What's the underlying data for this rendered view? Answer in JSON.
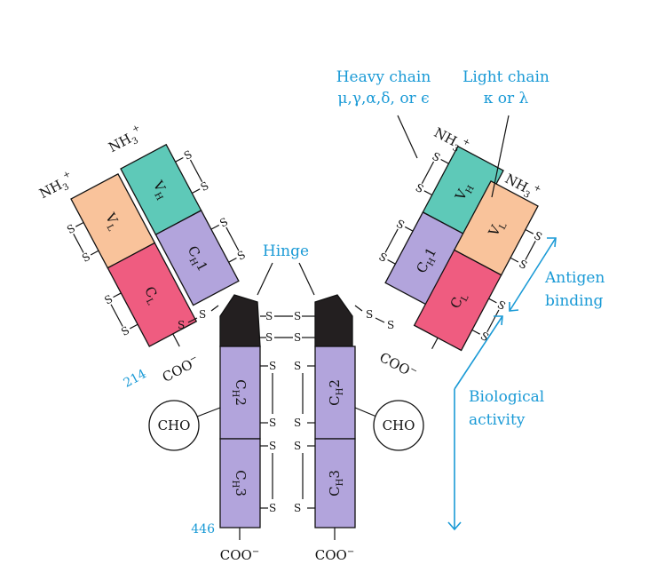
{
  "colors": {
    "variable_heavy": "#5ec9b8",
    "constant_heavy": "#b2a4dc",
    "variable_light": "#f9c39b",
    "constant_light": "#ef5c80",
    "hinge": "#231f20",
    "annotation": "#1a9ad6"
  },
  "labels": {
    "heavy_chain_title": "Heavy chain",
    "heavy_chain_types": "μ,γ,α,δ, or ϵ",
    "light_chain_title": "Light chain",
    "light_chain_types": "κ or λ",
    "hinge": "Hinge",
    "antigen_binding_1": "Antigen",
    "antigen_binding_2": "binding",
    "biological_activity_1": "Biological",
    "biological_activity_2": "activity",
    "residue_light": "214",
    "residue_heavy": "446",
    "nh3": "NH",
    "nh3_sub": "3",
    "nh3_sup": "+",
    "coo": "COO",
    "coo_sup": "−",
    "cho": "CHO",
    "sulfur": "S",
    "disulfide": "S–S"
  },
  "domains": {
    "v_heavy": {
      "main": "V",
      "sub": "H"
    },
    "c_heavy_1": {
      "main": "C",
      "sub": "H",
      "num": "1"
    },
    "c_heavy_2": {
      "main": "C",
      "sub": "H",
      "num": "2"
    },
    "c_heavy_3": {
      "main": "C",
      "sub": "H",
      "num": "3"
    },
    "v_light": {
      "main": "V",
      "sub": "L"
    },
    "c_light": {
      "main": "C",
      "sub": "L"
    }
  }
}
